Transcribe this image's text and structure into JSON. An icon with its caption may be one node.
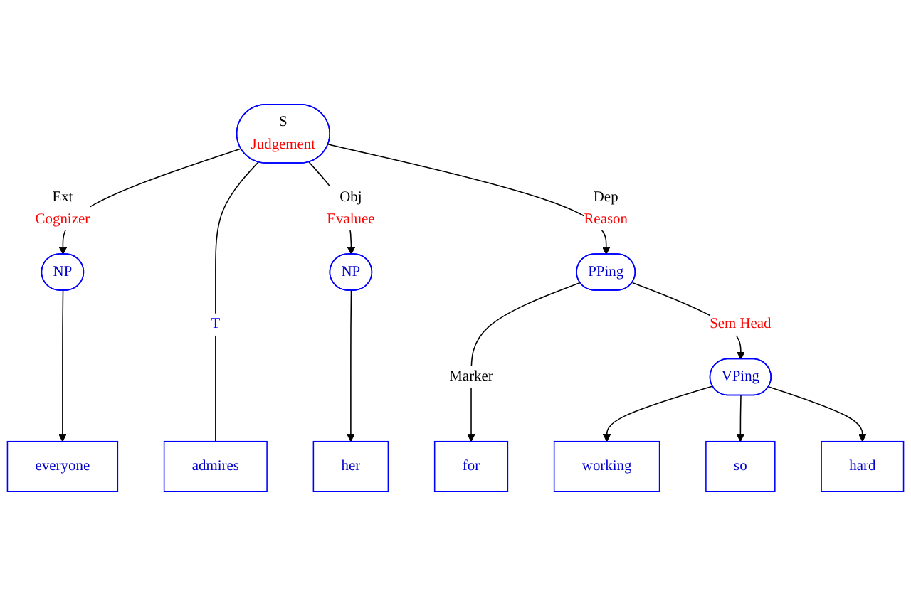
{
  "diagram": {
    "nodes": [
      {
        "text": [
          "S",
          "Judgement"
        ]
      },
      {
        "text": [
          "PPing"
        ]
      },
      {
        "text": [
          "NP"
        ]
      },
      {
        "text": [
          "NP"
        ]
      },
      {
        "text": [
          "VPing"
        ]
      },
      {
        "text": [
          "everyone"
        ]
      },
      {
        "text": [
          "admires"
        ]
      },
      {
        "text": [
          "her"
        ]
      },
      {
        "text": [
          "for"
        ]
      },
      {
        "text": [
          "working"
        ]
      },
      {
        "text": [
          "so"
        ]
      },
      {
        "text": [
          "hard"
        ]
      }
    ],
    "edges": [
      {
        "from": 0,
        "to": 2,
        "arrow": "to",
        "label": "Ext Cognizer"
      },
      {
        "from": 0,
        "to": 6,
        "arrow": "none",
        "label": "T"
      },
      {
        "from": 0,
        "to": 3,
        "arrow": "to",
        "label": "Obj Evaluee"
      },
      {
        "from": 0,
        "to": 1,
        "arrow": "to",
        "label": "Dep Reason"
      },
      {
        "from": 2,
        "to": 5,
        "arrow": "to"
      },
      {
        "from": 3,
        "to": 7,
        "arrow": "to"
      },
      {
        "from": 1,
        "to": 8,
        "arrow": "to",
        "label": "Marker"
      },
      {
        "from": 1,
        "to": 4,
        "arrow": "to",
        "label": "Sem Head"
      },
      {
        "from": 4,
        "to": 9,
        "arrow": "to"
      },
      {
        "from": 4,
        "to": 10,
        "arrow": "to"
      },
      {
        "from": 4,
        "to": 11,
        "arrow": "to"
      }
    ]
  }
}
